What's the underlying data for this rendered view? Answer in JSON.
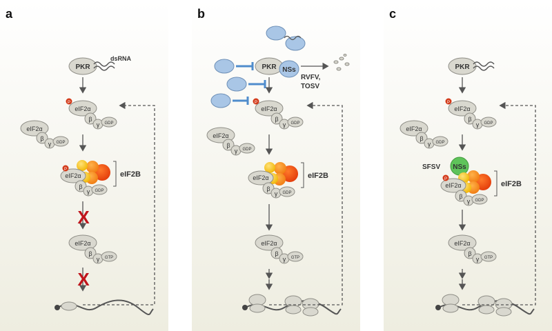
{
  "panels": [
    {
      "letter": "a",
      "pkr": "PKR",
      "dsrna": "dsRNA",
      "phospho": "P",
      "eif2a": "eIF2α",
      "beta": "β",
      "gamma": "γ",
      "gdp": "GDP",
      "gtp": "GTP",
      "eif2b": "eIF2B",
      "block": "X"
    },
    {
      "letter": "b",
      "pkr": "PKR",
      "nss": "NSs",
      "virus": "RVFV,",
      "virus2": "TOSV",
      "phospho": "P",
      "eif2a": "eIF2α",
      "beta": "β",
      "gamma": "γ",
      "gdp": "GDP",
      "gtp": "GTP",
      "eif2b": "eIF2B"
    },
    {
      "letter": "c",
      "pkr": "PKR",
      "sfsv": "SFSV",
      "nss": "NSs",
      "phospho": "P",
      "eif2a": "eIF2α",
      "beta": "β",
      "gamma": "γ",
      "gdp": "GDP",
      "gtp": "GTP",
      "eif2b": "eIF2B"
    }
  ],
  "colors": {
    "panel_top": "#ffffff",
    "panel_bottom": "#efeee2",
    "protein_fill": "#d9d8cf",
    "protein_stroke": "#8e8d86",
    "phospho": "#d33a1a",
    "block_x": "#c0141b",
    "nss_blue": "#a9c6e6",
    "nss_green": "#5fc35a",
    "inhibit": "#4f8ccc",
    "arrow": "#555555"
  }
}
